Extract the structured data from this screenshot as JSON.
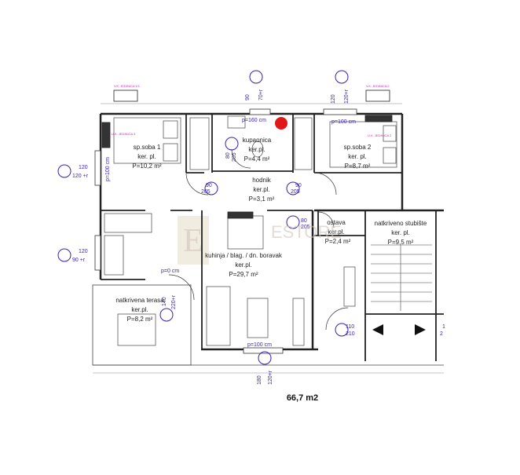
{
  "rooms": [
    {
      "id": "sp-soba-1",
      "name": "sp.soba 1",
      "floor": "ker. pl.",
      "area": "P=10,2 m²"
    },
    {
      "id": "kupaonica",
      "name": "kupaonica",
      "floor": "ker.pl.",
      "area": "P=4,4 m²"
    },
    {
      "id": "sp-soba-2",
      "name": "sp.soba 2",
      "floor": "ker. pl.",
      "area": "P=8,7 m²"
    },
    {
      "id": "hodnik",
      "name": "hodnik",
      "floor": "ker.pl.",
      "area": "P=3,1 m²"
    },
    {
      "id": "ostava",
      "name": "ostava",
      "floor": "ker.pl.",
      "area": "P=2,4 m²"
    },
    {
      "id": "stubiste",
      "name": "natkriveno stubište",
      "floor": "ker. pl.",
      "area": "P=9,5 m²"
    },
    {
      "id": "kuhinja",
      "name": "kuhinja / blag. / dn. boravak",
      "floor": "ker.pl.",
      "area": "P=29,7 m²"
    },
    {
      "id": "terasa",
      "name": "natkrivena terasa",
      "floor": "ker.pl.",
      "area": "P=8,2 m²"
    }
  ],
  "dimensions": {
    "top_left_window": [
      "90",
      "70+r"
    ],
    "top_right_window": [
      "120",
      "120+r"
    ],
    "left_upper_window": [
      "120",
      "120 +r"
    ],
    "left_lower_window": [
      "120",
      "90 +r"
    ],
    "bottom_window": [
      "180",
      "120+r"
    ],
    "terrace_door": [
      "140",
      "220+r"
    ],
    "door_sp1": [
      "90",
      "205"
    ],
    "door_sp2": [
      "90",
      "205"
    ],
    "door_bath": [
      "80",
      "205"
    ],
    "door_ostava": [
      "80",
      "205"
    ],
    "entrance_door": [
      "110",
      "210"
    ],
    "right_edge_a": "1",
    "right_edge_b": "2"
  },
  "notes": {
    "p_100_top": "p=100 cm",
    "p_100_left": "p=100 cm",
    "p_100_bottom": "p=100 cm",
    "p_100_bath": "p=160 cm",
    "p_0": "p=0 cm"
  },
  "units": {
    "top_left": "V.K. JEDINICA 1/1",
    "top_right": "V.K. JEDINICA 2",
    "sp1": "U.K. JEDINICA 3",
    "sp2": "U.K. JEDINICA 2"
  },
  "watermark": "ESTORE",
  "total_area": "66,7 m2"
}
